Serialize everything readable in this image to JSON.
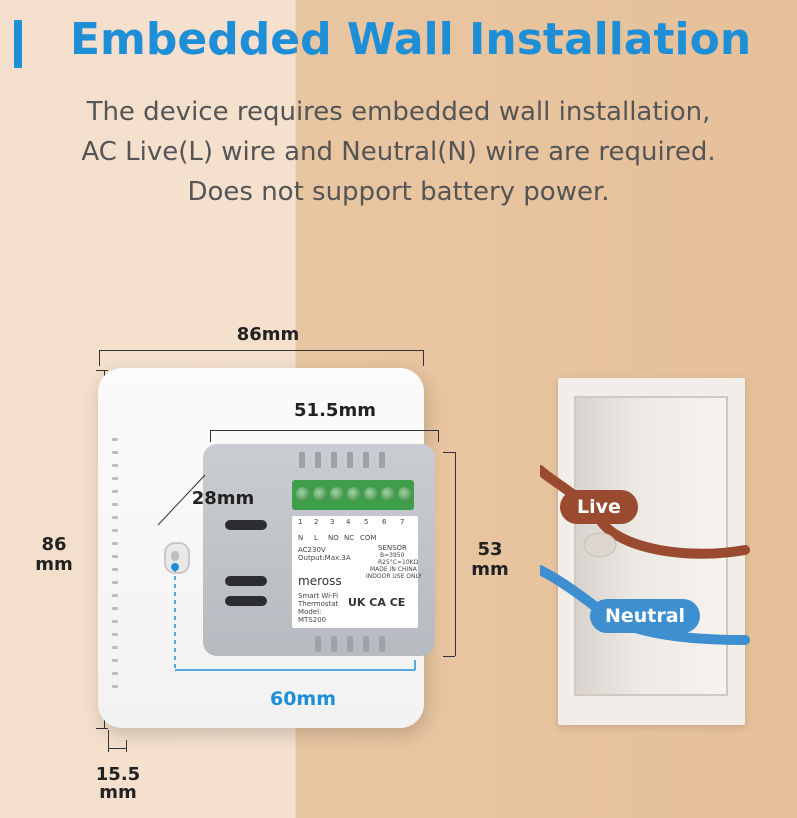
{
  "header": {
    "title": "Embedded Wall Installation",
    "subtitle_lines": [
      "The device requires embedded wall installation,",
      "AC Live(L) wire and Neutral(N) wire are required.",
      "Does not support battery power."
    ]
  },
  "dimensions": {
    "plate_width": "86mm",
    "module_width": "51.5mm",
    "module_depth": "28mm",
    "plate_height_value": "86",
    "plate_height_unit": "mm",
    "module_height_value": "53",
    "module_height_unit": "mm",
    "mount_spacing": "60mm",
    "thickness_value": "15.5",
    "thickness_unit": "mm"
  },
  "module_label": {
    "terminal_numbers": [
      "1",
      "2",
      "3",
      "4",
      "5",
      "6",
      "7"
    ],
    "terminal_names": [
      "N",
      "L",
      "NO",
      "NC",
      "COM"
    ],
    "rating_line1": "AC230V",
    "rating_line2": "Output:Max.3A",
    "sensor": "SENSOR",
    "sensor_spec": "B=3950",
    "sensor_spec2": "R25°C=10KΩ",
    "made_in": "MADE IN CHINA",
    "indoor": "INDOOR USE ONLY",
    "brand": "meross",
    "product_line1": "Smart Wi-Fi",
    "product_line2": "Thermostat",
    "model_label": "Model:",
    "model": "MTS200",
    "certs": "UK CA CE"
  },
  "wires": {
    "live_label": "Live",
    "neutral_label": "Neutral",
    "live_color": "#9a4a2e",
    "neutral_color": "#3e8fd0"
  },
  "colors": {
    "accent": "#1e8fd6",
    "terminal_green": "#3f9e4a"
  }
}
